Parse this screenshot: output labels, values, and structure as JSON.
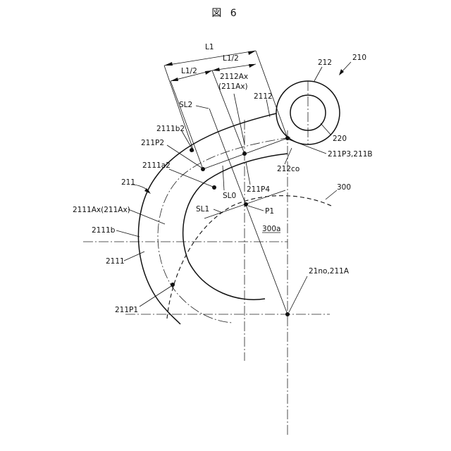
{
  "figure_title": "図 6",
  "labels": {
    "l1": "L1",
    "l1_half_left": "L1/2",
    "l1_half_right": "L1/2",
    "ref_210": "210",
    "ref_212": "212",
    "ref_2112ax": "2112Ax",
    "ref_211ax_paren": "(211Ax)",
    "ref_2112": "2112",
    "ref_sl2": "SL2",
    "ref_2111b2": "2111b2",
    "ref_211p2": "211P2",
    "ref_220": "220",
    "ref_211p3": "211P3,211B",
    "ref_212co": "212co",
    "ref_2111a2": "2111a2",
    "ref_211": "211",
    "ref_211p4": "211P4",
    "ref_300": "300",
    "ref_sl0": "SL0",
    "ref_2111ax": "2111Ax(211Ax)",
    "ref_sl1": "SL1",
    "ref_p1": "P1",
    "ref_300a": "300a",
    "ref_2111b": "2111b",
    "ref_2111": "2111",
    "ref_21no": "21no,211A",
    "ref_211p1": "211P1"
  }
}
